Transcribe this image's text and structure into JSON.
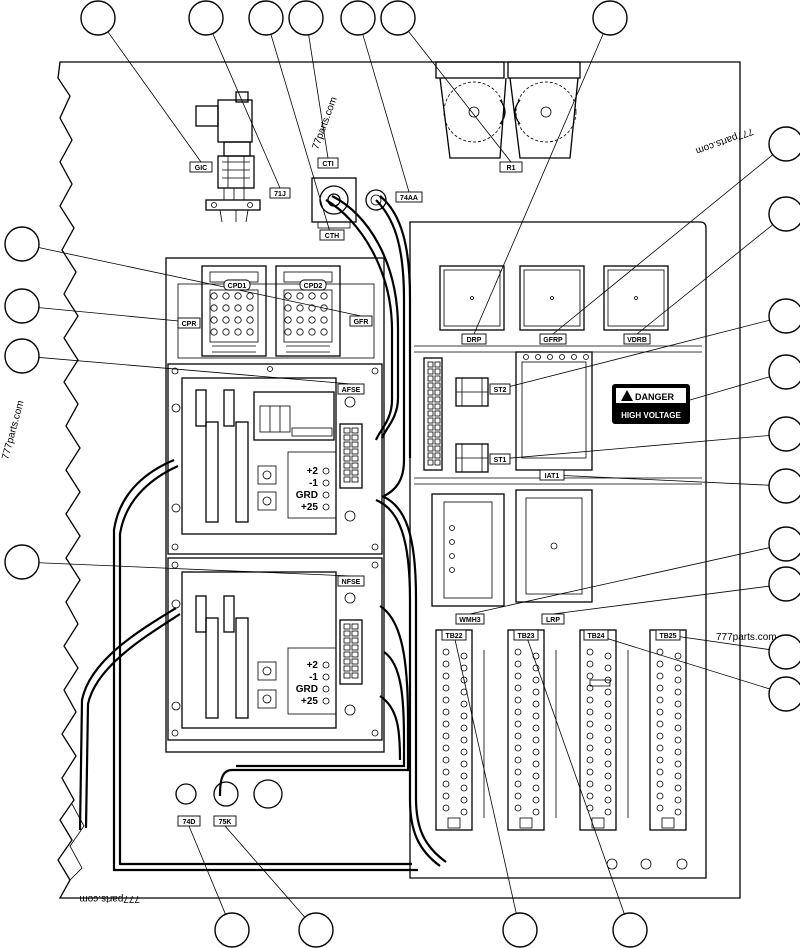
{
  "labels": {
    "gic": "GIC",
    "r71j": "71J",
    "cti": "CTI",
    "cth": "CTH",
    "r74aa": "74AA",
    "r1": "R1",
    "cpd1": "CPD1",
    "cpd2": "CPD2",
    "cpr": "CPR",
    "gfr": "GFR",
    "afse": "AFSE",
    "nfse": "NFSE",
    "drp": "DRP",
    "gfrp": "GFRP",
    "vdrb": "VDRB",
    "st2": "ST2",
    "st1": "ST1",
    "iat1": "IAT1",
    "wmh3": "WMH3",
    "lrp": "LRP",
    "tb22": "TB22",
    "tb23": "TB23",
    "tb24": "TB24",
    "tb25": "TB25",
    "r74d": "74D",
    "r75k": "75K"
  },
  "terminals_upper": [
    "+2",
    "-1",
    "GRD",
    "+25"
  ],
  "terminals_lower": [
    "+2",
    "-1",
    "GRD",
    "+25"
  ],
  "sign": {
    "danger": "DANGER",
    "subtitle": "HIGH VOLTAGE"
  },
  "watermarks": [
    "777parts.com",
    "77parts.com",
    "777parts.com",
    "777parts.com",
    "777parts.com"
  ]
}
